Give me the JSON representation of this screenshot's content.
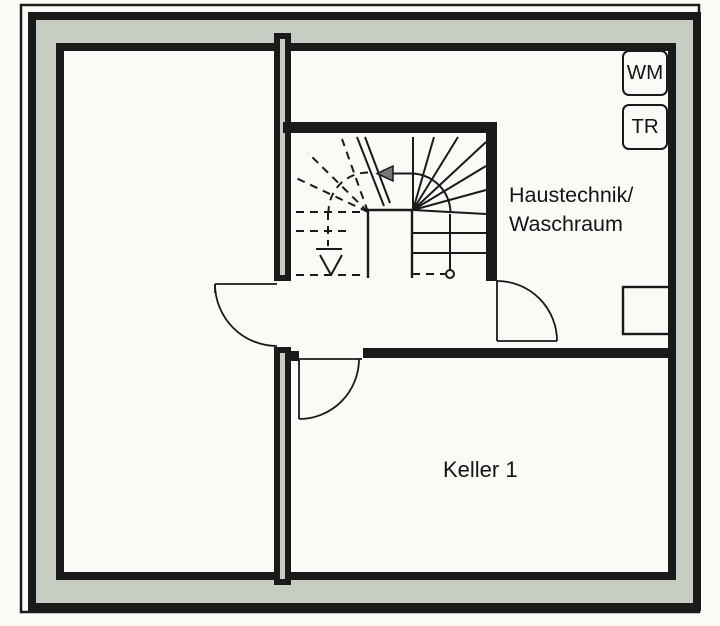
{
  "colors": {
    "paper": "#fbfaf6",
    "wall_fill": "#c8cdc3",
    "line": "#1a1a1a"
  },
  "rooms": {
    "haustechnik": {
      "line1": "Haustechnik/",
      "line2": "Waschraum"
    },
    "keller1": {
      "label": "Keller 1"
    }
  },
  "appliances": {
    "wm": "WM",
    "tr": "TR"
  }
}
